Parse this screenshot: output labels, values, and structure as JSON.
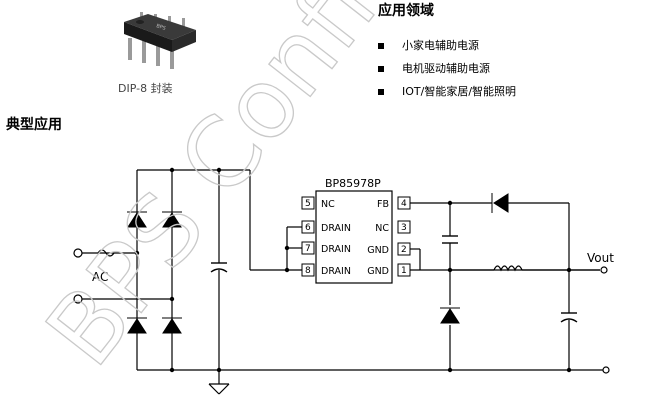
{
  "package": {
    "label": "DIP-8 封装"
  },
  "applications": {
    "title": "应用领域",
    "items": [
      "小家电辅助电源",
      "电机驱动辅助电源",
      "IOT/智能家居/智能照明"
    ]
  },
  "typical": {
    "title": "典型应用"
  },
  "schematic": {
    "chip_name": "BP85978P",
    "pins_left": [
      {
        "num": "5",
        "name": "NC"
      },
      {
        "num": "6",
        "name": "DRAIN"
      },
      {
        "num": "7",
        "name": "DRAIN"
      },
      {
        "num": "8",
        "name": "DRAIN"
      }
    ],
    "pins_right": [
      {
        "num": "4",
        "name": "FB"
      },
      {
        "num": "3",
        "name": "NC"
      },
      {
        "num": "2",
        "name": "GND"
      },
      {
        "num": "1",
        "name": "GND"
      }
    ],
    "ac_label": "AC",
    "vout_label": "Vout"
  },
  "watermark": "BPS Confidential"
}
